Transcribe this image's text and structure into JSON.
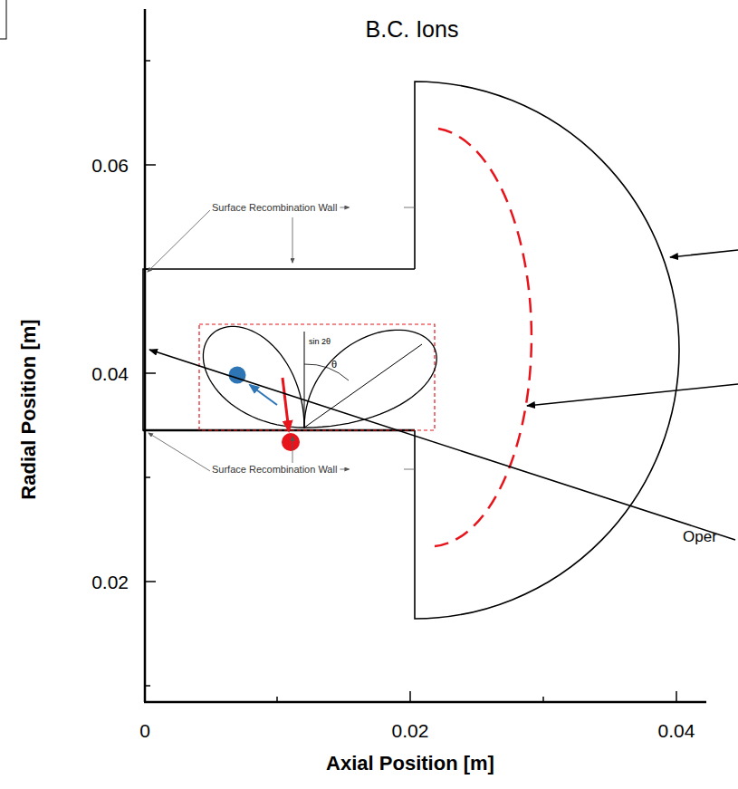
{
  "diagram": {
    "title": "B.C. Ions",
    "labels": [
      "Surface Recombination Wall",
      "Surface Recombination Wall",
      "sin 2θ",
      "θ",
      "Oper",
      "0.06",
      "0.04",
      "0.02",
      "0",
      "0.02",
      "0.04",
      "Radial Position [m]",
      "Axial Position [m]"
    ]
  }
}
